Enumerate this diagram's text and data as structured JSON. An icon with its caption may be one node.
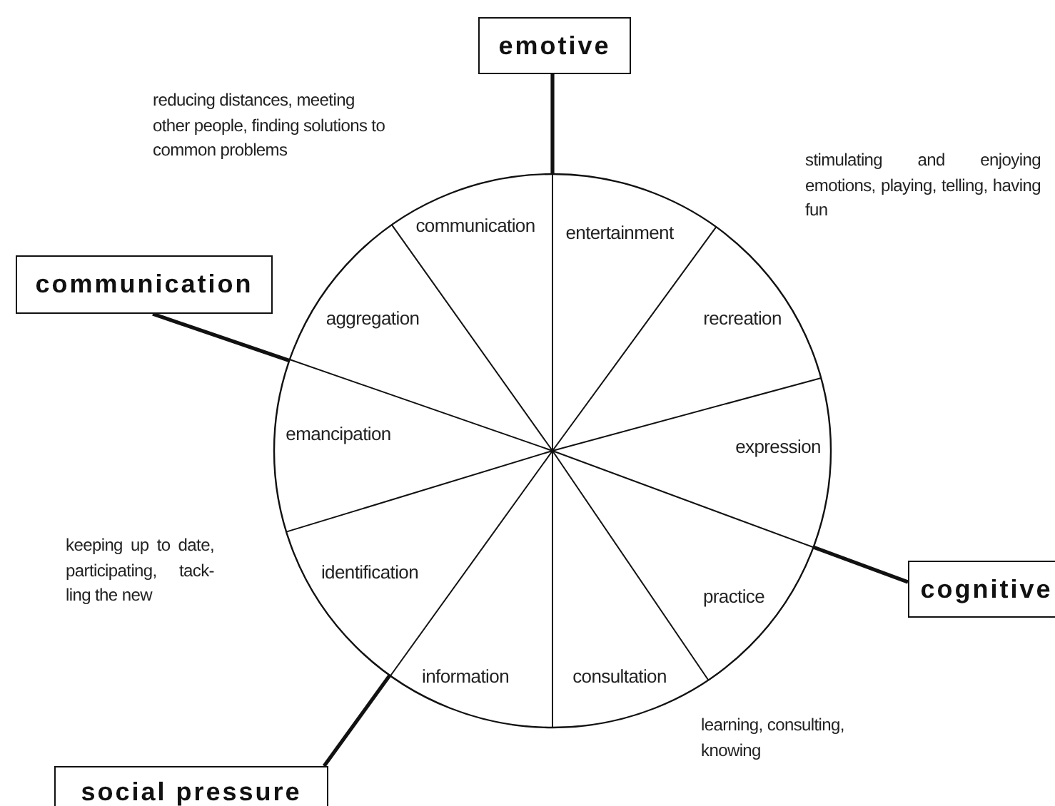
{
  "diagram": {
    "nodes": [
      {
        "text": [
          "emotive"
        ]
      },
      {
        "text": [
          "communication"
        ]
      },
      {
        "text": [
          "cognitive"
        ]
      },
      {
        "text": [
          "social pressure"
        ]
      },
      {
        "text": [
          "communication",
          "entertainment",
          "aggregation",
          "recreation",
          "emancipation",
          "expression",
          "identification",
          "practice",
          "information",
          "consultation"
        ]
      }
    ],
    "edges": [
      {
        "from": 0,
        "to": 4,
        "arrow": "none"
      },
      {
        "from": 1,
        "to": 4,
        "arrow": "none"
      },
      {
        "from": 2,
        "to": 4,
        "arrow": "none"
      },
      {
        "from": 3,
        "to": 4,
        "arrow": "none"
      }
    ],
    "labels": [
      "reducing distances, meeting other people, finding solutions to common problems",
      "stimulating and enjoying emotions, playing, telling, having fun",
      "keeping up to date, participating, tack-ling the new",
      "learning, consulting, knowing"
    ]
  }
}
